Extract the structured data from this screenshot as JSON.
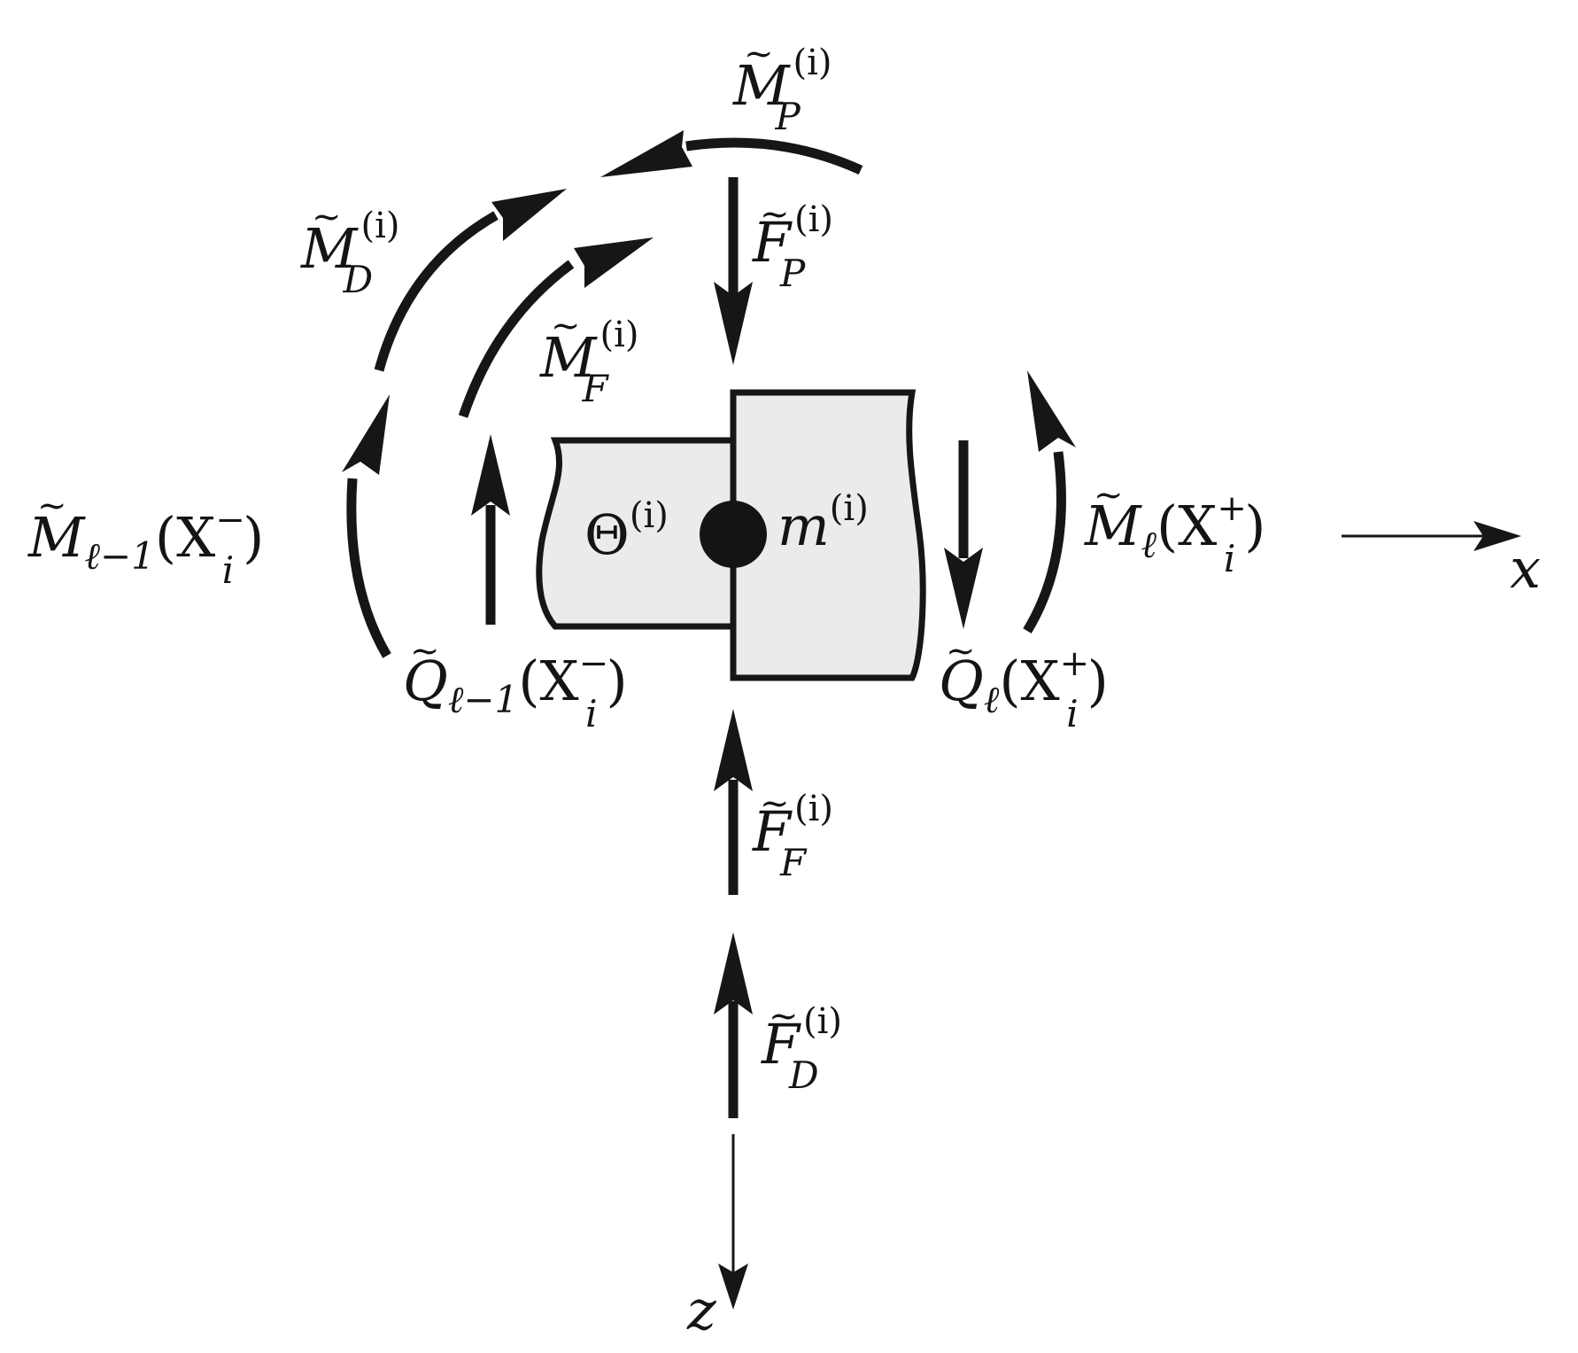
{
  "diagram": {
    "axes": {
      "x": "x",
      "z": "z"
    },
    "center": {
      "inertia": {
        "base": "Θ",
        "sup": "(i)"
      },
      "mass": {
        "base": "m",
        "sup": "(i)"
      }
    },
    "forces": {
      "F_P": {
        "base": "F",
        "sub": "P",
        "sup": "(i)"
      },
      "F_F": {
        "base": "F",
        "sub": "F",
        "sup": "(i)"
      },
      "F_D": {
        "base": "F",
        "sub": "D",
        "sup": "(i)"
      }
    },
    "moments": {
      "M_P": {
        "base": "M",
        "sub": "P",
        "sup": "(i)"
      },
      "M_D": {
        "base": "M",
        "sub": "D",
        "sup": "(i)"
      },
      "M_F": {
        "base": "M",
        "sub": "F",
        "sup": "(i)"
      },
      "M_left": {
        "base": "M",
        "sub": "ℓ−1",
        "open": "(X",
        "x_sub": "i",
        "x_sup": "−",
        "close": ")"
      },
      "M_right": {
        "base": "M",
        "sub": "ℓ",
        "open": "(X",
        "x_sub": "i",
        "x_sup": "+",
        "close": ")"
      }
    },
    "shears": {
      "Q_left": {
        "base": "Q",
        "sub": "ℓ−1",
        "open": "(X",
        "x_sub": "i",
        "x_sup": "−",
        "close": ")"
      },
      "Q_right": {
        "base": "Q",
        "sub": "ℓ",
        "open": "(X",
        "x_sub": "i",
        "x_sup": "+",
        "close": ")"
      }
    }
  }
}
